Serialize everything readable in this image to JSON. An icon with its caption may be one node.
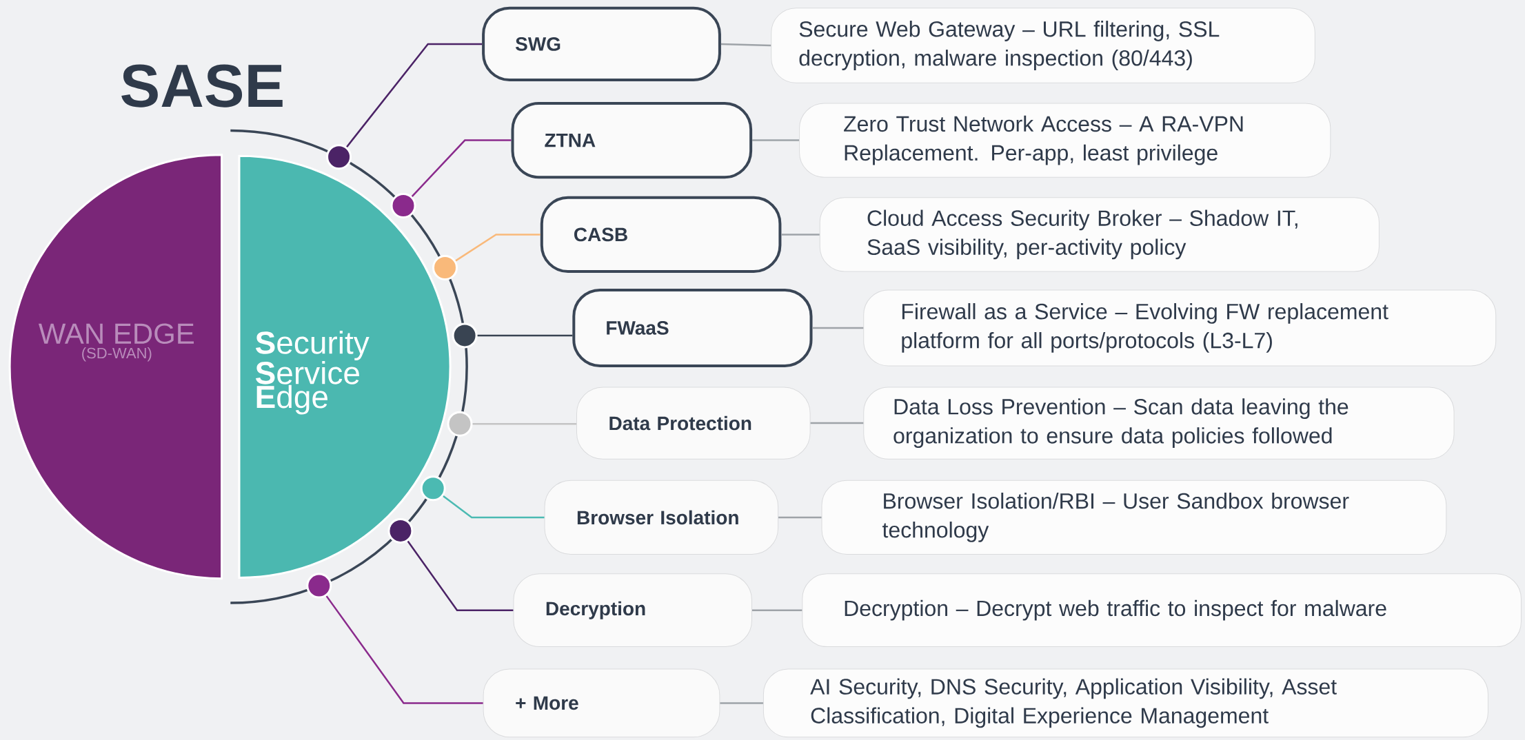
{
  "diagram": {
    "title": "SASE",
    "nodes": [
      {
        "text": [
          "WAN EDGE",
          "(SD-WAN)"
        ]
      },
      {
        "text": [
          "**S**ecurity **S**ervice **E**dge"
        ]
      },
      {
        "text": [],
        "shape": "circle"
      },
      {
        "text": [],
        "shape": "circle"
      },
      {
        "text": [],
        "shape": "circle"
      },
      {
        "text": [],
        "shape": "circle"
      },
      {
        "text": [],
        "shape": "circle"
      },
      {
        "text": [],
        "shape": "circle"
      },
      {
        "text": [],
        "shape": "circle"
      },
      {
        "text": [],
        "shape": "circle"
      },
      {
        "text": [
          "SWG"
        ]
      },
      {
        "text": [
          "ZTNA"
        ]
      },
      {
        "text": [
          "CASB"
        ]
      },
      {
        "text": [
          "FWaaS"
        ]
      },
      {
        "text": [
          "Data Protection"
        ]
      },
      {
        "text": [
          "Browser Isolation"
        ]
      },
      {
        "text": [
          "Decryption"
        ]
      },
      {
        "text": [
          "+ More"
        ]
      },
      {
        "text": [
          "Secure Web Gateway – URL filtering, SSL decryption, malware inspection (80/443)"
        ]
      },
      {
        "text": [
          "Zero Trust Network Access – A RA-VPN Replacement. Per-app, least privilege"
        ]
      },
      {
        "text": [
          "Cloud Access Security Broker – Shadow IT, SaaS visibility, per-activity policy"
        ]
      },
      {
        "text": [
          "Firewall as a Service – Evolving FW replacement platform for all ports/protocols (L3-L7)"
        ]
      },
      {
        "text": [
          "Data Loss Prevention – Scan data leaving the organization to ensure data policies followed"
        ]
      },
      {
        "text": [
          "Browser Isolation/RBI – User Sandbox browser technology"
        ]
      },
      {
        "text": [
          "Decryption – Decrypt web traffic to inspect for malware"
        ]
      },
      {
        "text": [
          "AI Security, DNS Security, Application Visibility, Asset Classification, Digital Experience Management"
        ]
      }
    ],
    "edges": [
      {
        "from": 2,
        "to": 10,
        "arrow": "none",
        "color": "#4b2366"
      },
      {
        "from": 3,
        "to": 11,
        "arrow": "none",
        "color": "#8a2a8c"
      },
      {
        "from": 4,
        "to": 12,
        "arrow": "none",
        "color": "#f9b97a"
      },
      {
        "from": 5,
        "to": 13,
        "arrow": "none",
        "color": "#394452"
      },
      {
        "from": 6,
        "to": 14,
        "arrow": "none",
        "color": "#c4c4c4"
      },
      {
        "from": 7,
        "to": 15,
        "arrow": "none",
        "color": "#4bbab2"
      },
      {
        "from": 8,
        "to": 16,
        "arrow": "none",
        "color": "#4b2366"
      },
      {
        "from": 9,
        "to": 17,
        "arrow": "none",
        "color": "#8a2a8c"
      },
      {
        "from": 10,
        "to": 18,
        "arrow": "none"
      },
      {
        "from": 11,
        "to": 19,
        "arrow": "none"
      },
      {
        "from": 12,
        "to": 20,
        "arrow": "none"
      },
      {
        "from": 13,
        "to": 21,
        "arrow": "none"
      },
      {
        "from": 14,
        "to": 22,
        "arrow": "none"
      },
      {
        "from": 15,
        "to": 23,
        "arrow": "none"
      },
      {
        "from": 16,
        "to": 24,
        "arrow": "none"
      },
      {
        "from": 17,
        "to": 25,
        "arrow": "none"
      }
    ]
  }
}
